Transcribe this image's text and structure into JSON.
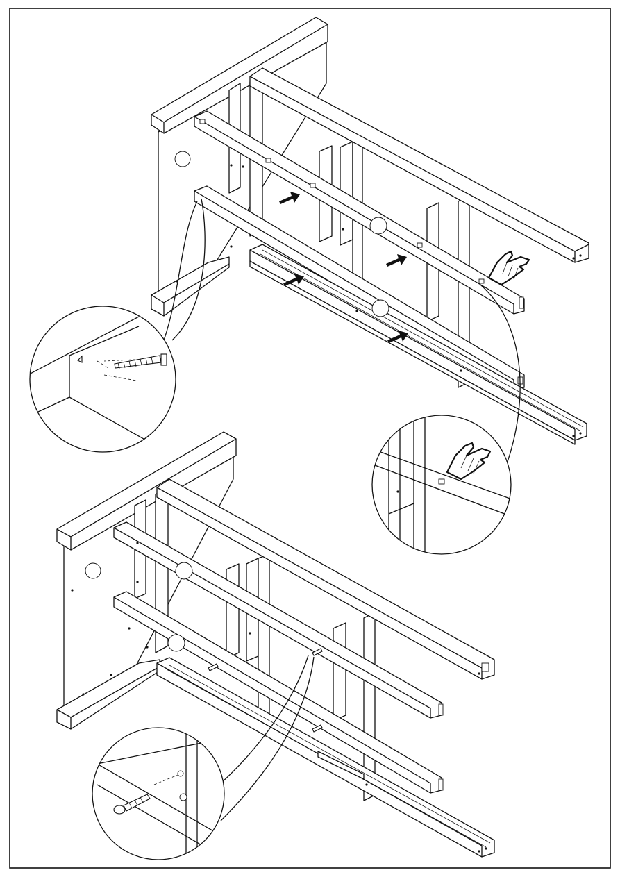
{
  "page": {
    "title": "",
    "steps": [
      {
        "step": "upper",
        "arrows": 4,
        "callouts": [
          "dowel-and-cam-screw-detail",
          "cam-lock-tighten-detail"
        ],
        "icons": [
          "hand-pointer-icon",
          "arrow-icon"
        ]
      },
      {
        "step": "lower",
        "callouts": [
          "screw-insertion-detail"
        ],
        "icons": [
          "screw-icon"
        ]
      }
    ]
  },
  "colors": {
    "line": "#111111",
    "paper": "#ffffff"
  }
}
